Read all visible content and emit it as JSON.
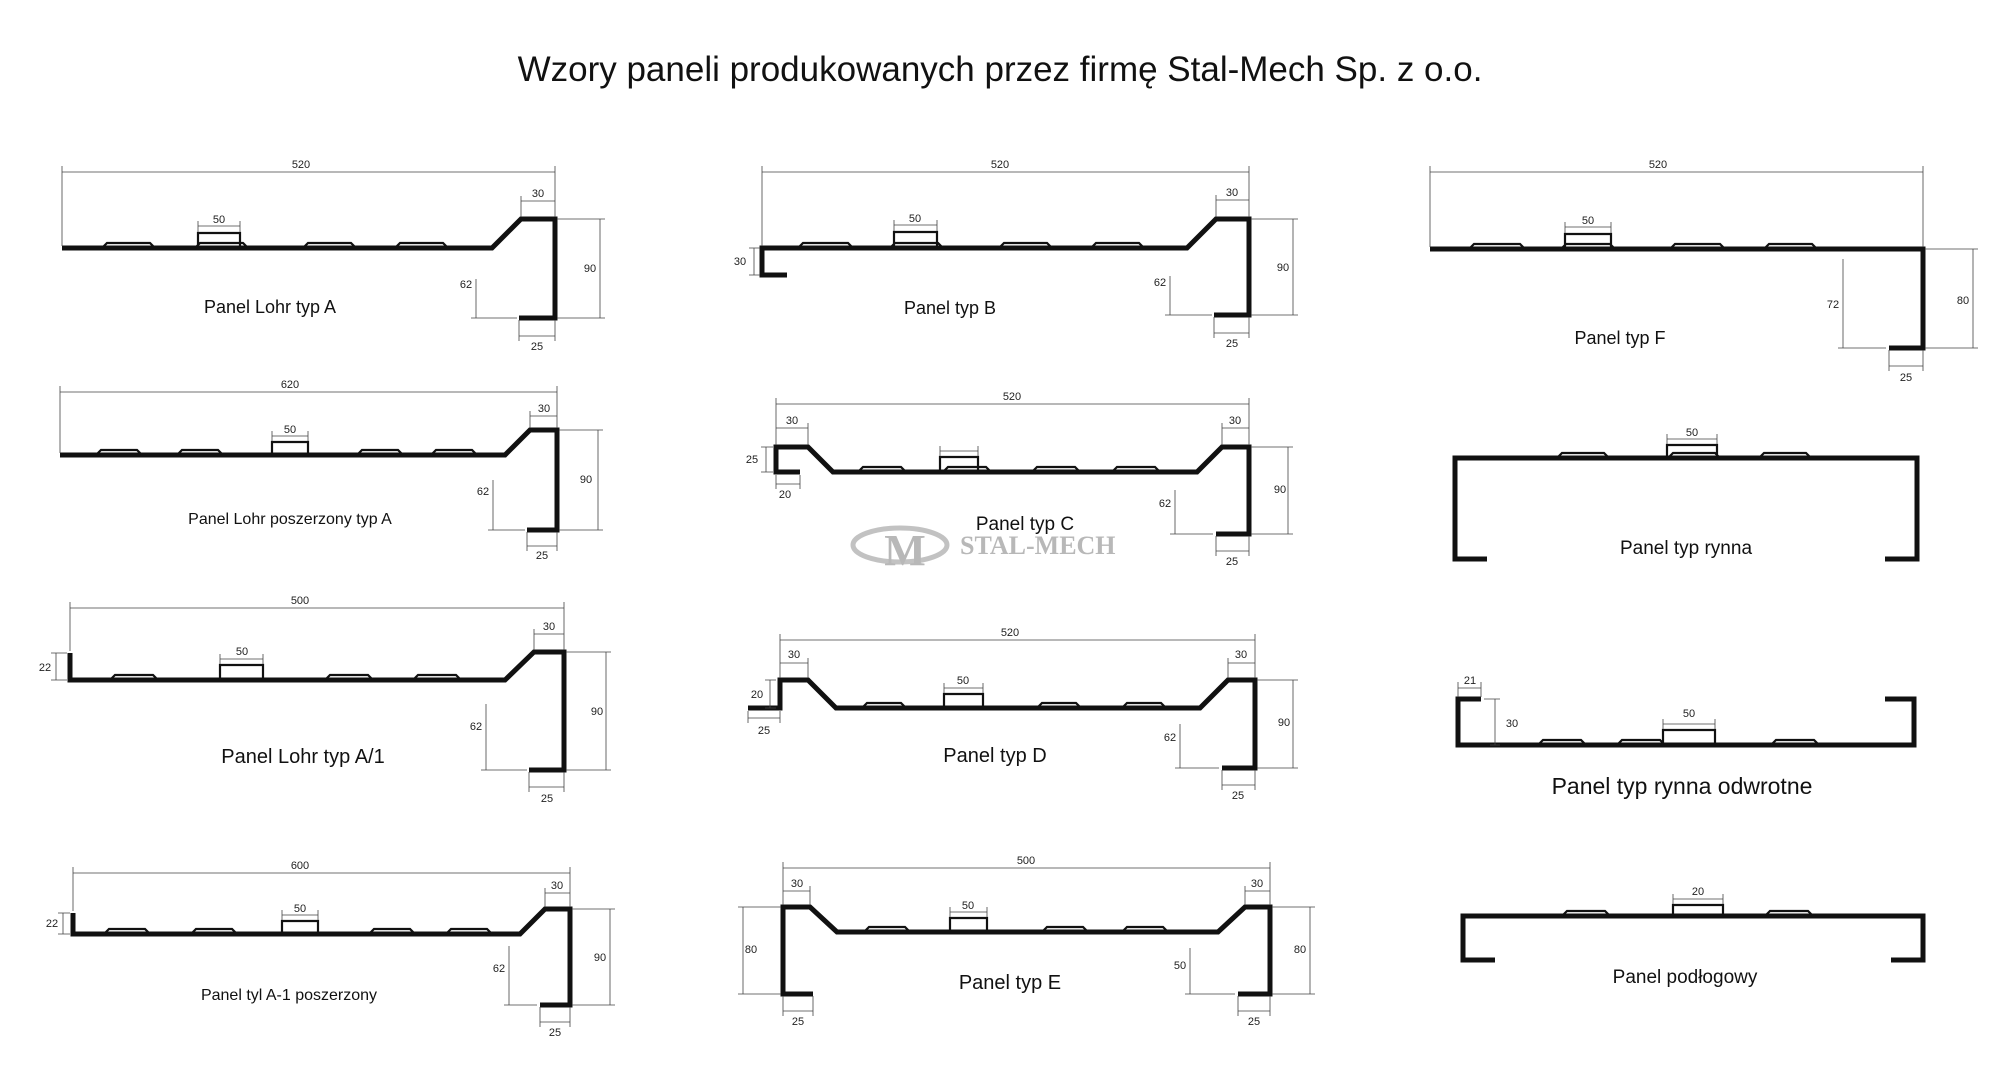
{
  "title": "Wzory paneli produkowanych przez firmę Stal-Mech Sp. z o.o.",
  "watermark": {
    "logo_text": "M",
    "brand_text": "STAL-MECH",
    "color": "#b8b8b8"
  },
  "panels": {
    "lohr_a": {
      "caption": "Panel Lohr typ A",
      "dims": {
        "width": "520",
        "rib": "50",
        "top": "30",
        "height": "90",
        "drop": "62",
        "foot": "25"
      }
    },
    "b": {
      "caption": "Panel typ B",
      "dims": {
        "width": "520",
        "rib": "50",
        "top": "30",
        "height": "90",
        "drop": "62",
        "foot": "25",
        "hook": "30"
      }
    },
    "f": {
      "caption": "Panel typ F",
      "dims": {
        "width": "520",
        "rib": "50",
        "inner": "72",
        "height": "80",
        "foot": "25"
      }
    },
    "lohr_wide_a": {
      "caption": "Panel Lohr poszerzony typ A",
      "dims": {
        "width": "620",
        "rib": "50",
        "top": "30",
        "height": "90",
        "drop": "62",
        "foot": "25"
      }
    },
    "c": {
      "caption": "Panel typ C",
      "dims": {
        "width": "520",
        "top_left": "30",
        "top_right": "30",
        "left_h": "25",
        "left_foot": "20",
        "height": "90",
        "drop": "62",
        "foot": "25"
      }
    },
    "rynna": {
      "caption": "Panel typ rynna",
      "dims": {
        "rib": "50"
      }
    },
    "lohr_a1": {
      "caption": "Panel Lohr typ A/1",
      "dims": {
        "width": "500",
        "rib": "50",
        "top": "30",
        "height": "90",
        "drop": "62",
        "foot": "25",
        "lip": "22"
      }
    },
    "d": {
      "caption": "Panel typ D",
      "dims": {
        "width": "520",
        "top_left": "30",
        "top_right": "30",
        "rib": "50",
        "left_h": "20",
        "left_foot": "25",
        "height": "90",
        "drop": "62",
        "foot": "25"
      }
    },
    "rynna_odwrotne": {
      "caption": "Panel typ rynna odwrotne",
      "dims": {
        "lip_w": "21",
        "lip_h": "30",
        "rib": "50"
      }
    },
    "tyl_a1": {
      "caption": "Panel tyl A-1 poszerzony",
      "dims": {
        "width": "600",
        "rib": "50",
        "top": "30",
        "height": "90",
        "drop": "62",
        "foot": "25",
        "lip": "22"
      }
    },
    "e": {
      "caption": "Panel typ E",
      "dims": {
        "width": "500",
        "top_left": "30",
        "top_right": "30",
        "rib": "50",
        "left_h": "80",
        "left_foot": "25",
        "height": "80",
        "drop": "50",
        "foot": "25"
      }
    },
    "podlogowy": {
      "caption": "Panel podłogowy",
      "dims": {
        "rib": "20"
      }
    }
  }
}
